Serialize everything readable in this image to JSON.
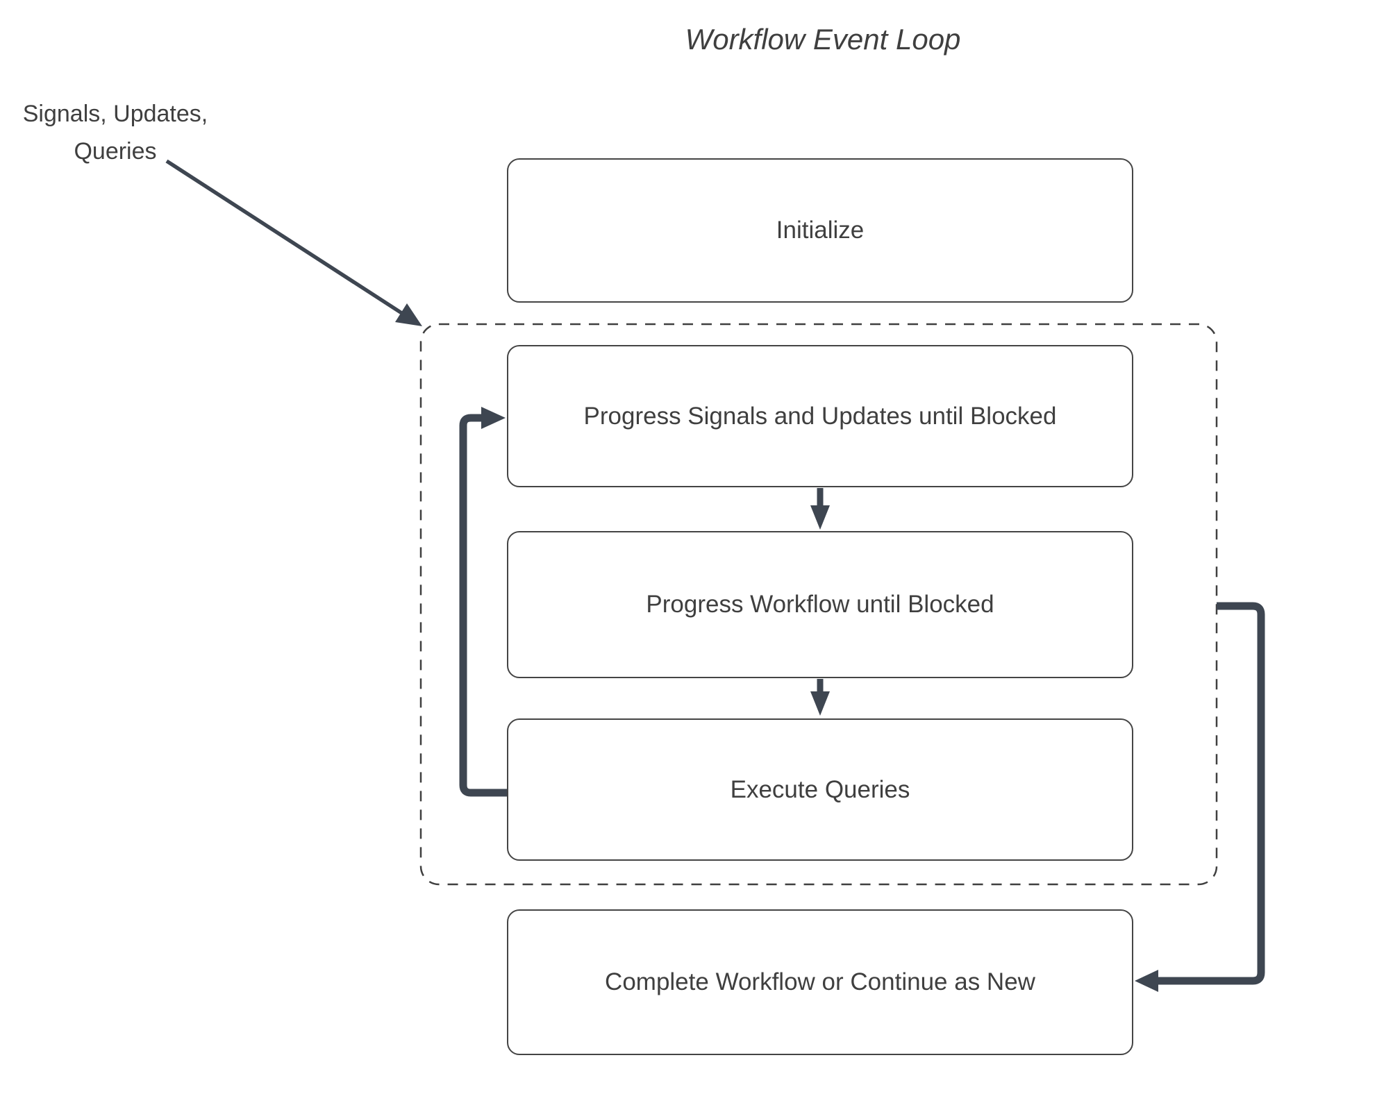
{
  "title": "Workflow Event Loop",
  "annotation": {
    "line1": "Signals, Updates,",
    "line2": "Queries"
  },
  "nodes": {
    "initialize": {
      "label": "Initialize"
    },
    "progress_signals": {
      "label": "Progress Signals and Updates until Blocked"
    },
    "progress_workflow": {
      "label": "Progress Workflow until Blocked"
    },
    "execute_queries": {
      "label": "Execute Queries"
    },
    "complete": {
      "label": "Complete Workflow or Continue as New"
    }
  },
  "group": {
    "name": "event-loop-group",
    "style": "dashed",
    "contains": [
      "progress_signals",
      "progress_workflow",
      "execute_queries"
    ]
  },
  "edges": [
    {
      "from": "annotation",
      "to": "event-loop-group",
      "style": "thin-diagonal"
    },
    {
      "from": "progress_signals",
      "to": "progress_workflow",
      "style": "down"
    },
    {
      "from": "progress_workflow",
      "to": "execute_queries",
      "style": "down"
    },
    {
      "from": "execute_queries",
      "to": "progress_signals",
      "style": "loop-back-left"
    },
    {
      "from": "event-loop-group",
      "to": "complete",
      "style": "right-side-down"
    }
  ],
  "colors": {
    "background": "#ffffff",
    "node_fill": "#ffffff",
    "node_border": "#444444",
    "dashed_border": "#3f3f3f",
    "arrow": "#3e4651",
    "text": "#3f3f3f"
  }
}
